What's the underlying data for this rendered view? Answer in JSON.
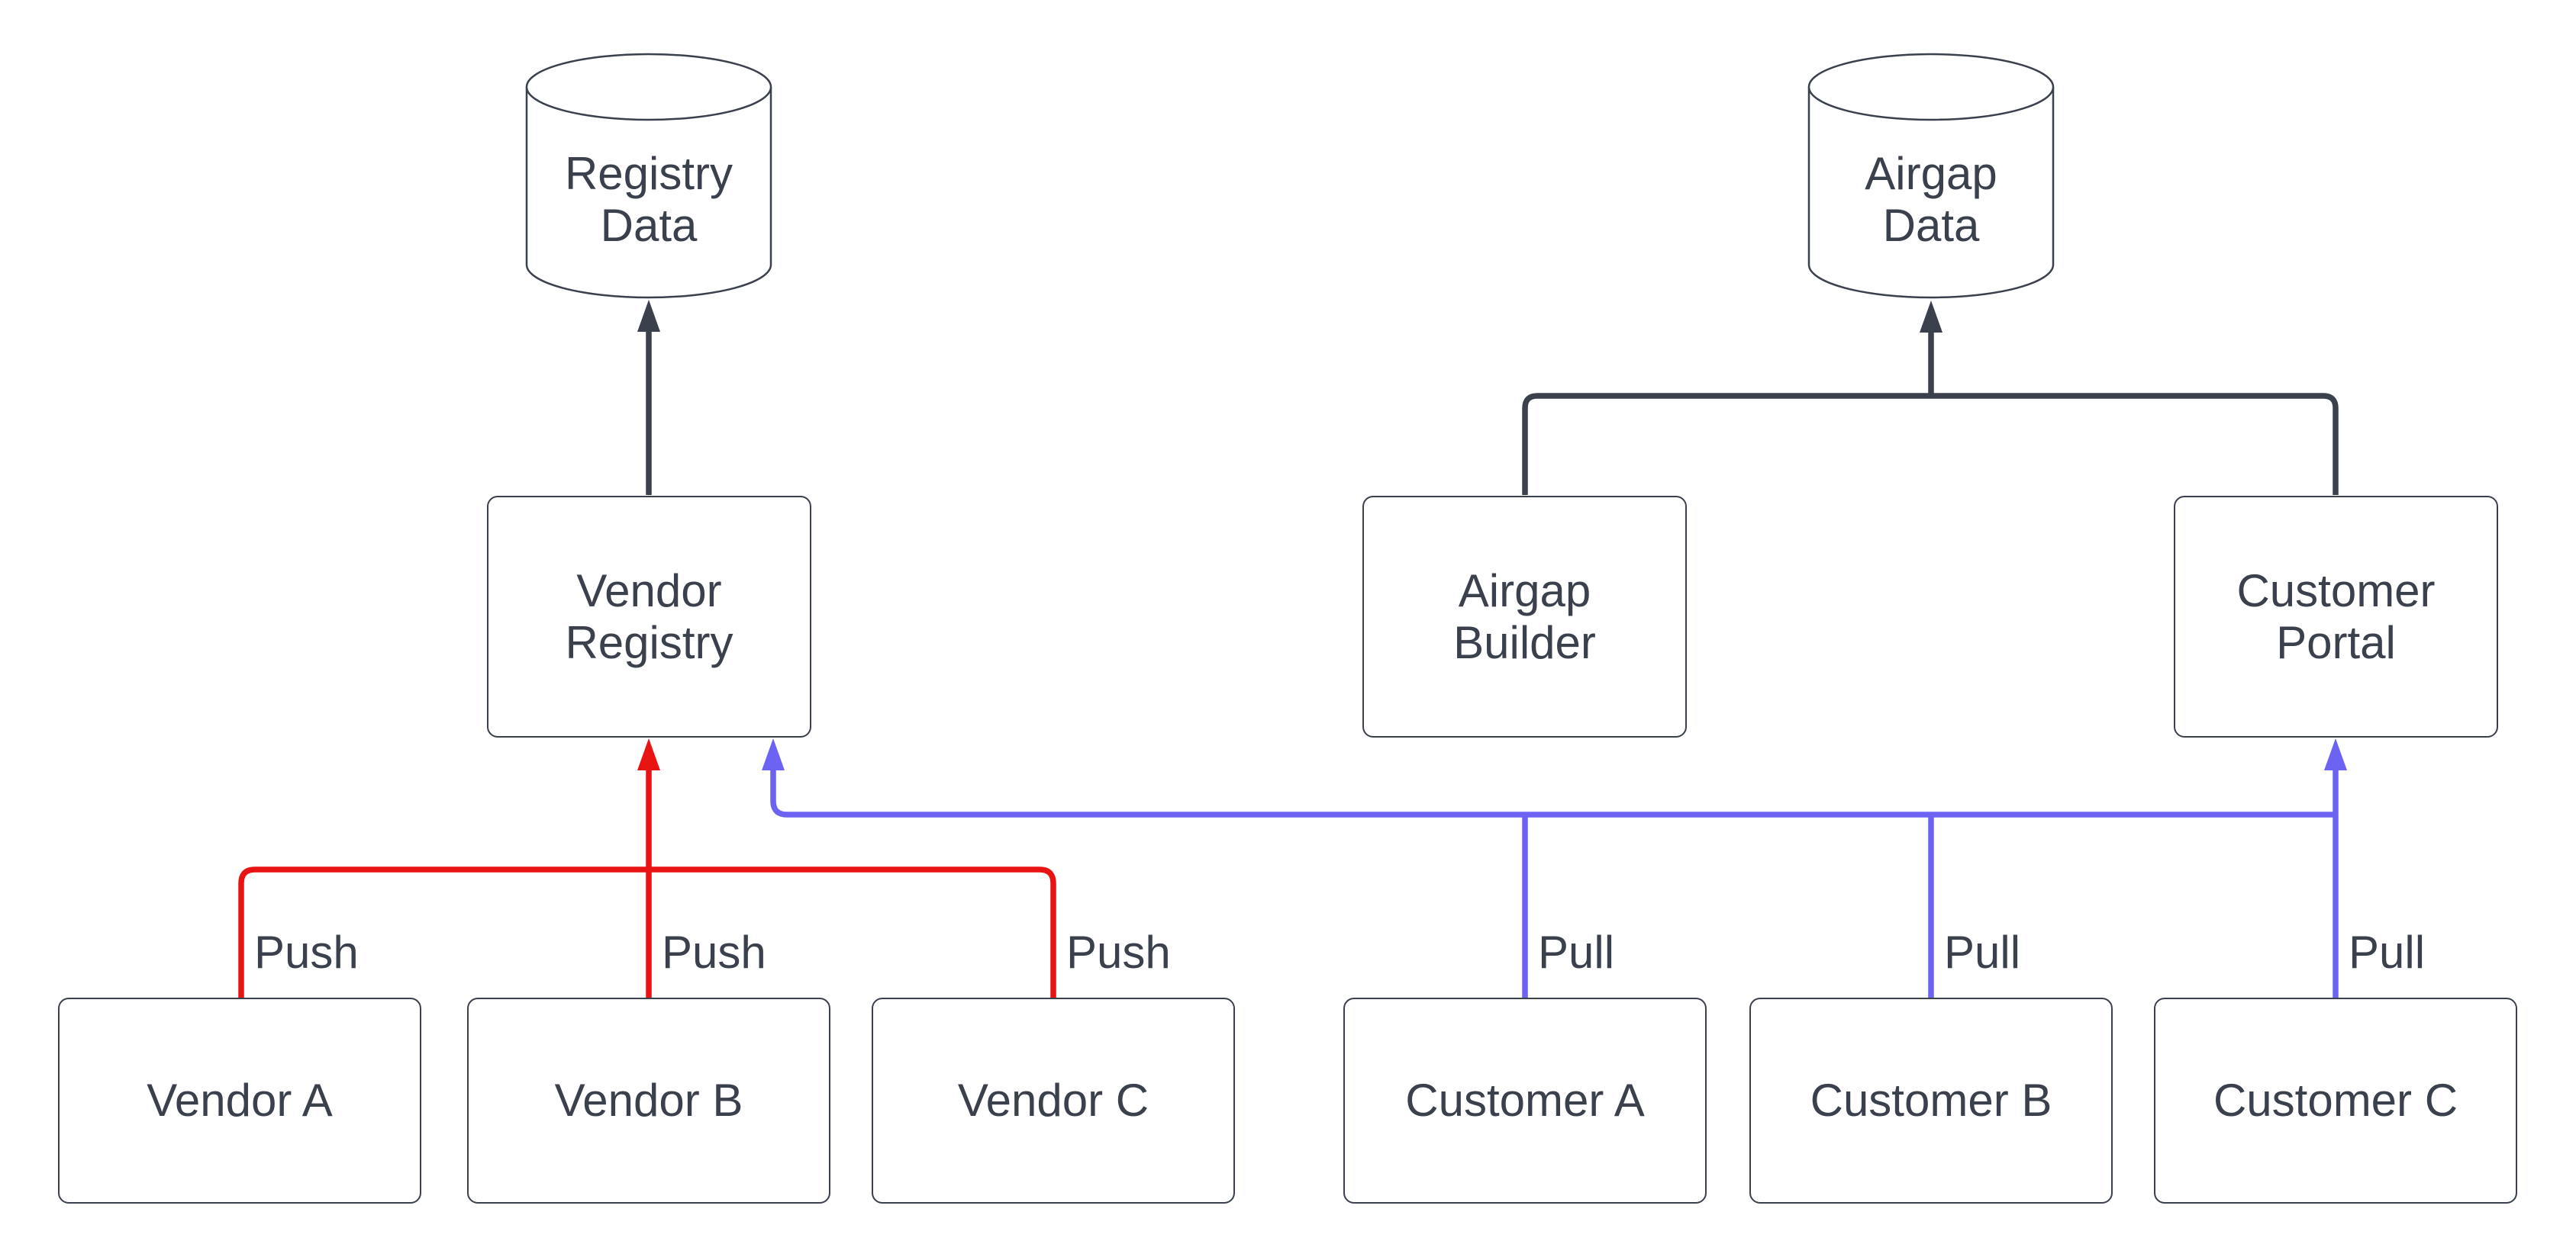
{
  "colors": {
    "dark": "#3A404C",
    "red": "#E81313",
    "blue": "#6C63F2",
    "node_fill": "#FFFFFF",
    "background": "#FFFFFF"
  },
  "nodes": {
    "registry_data": {
      "shape": "cylinder",
      "line1": "Registry",
      "line2": "Data"
    },
    "airgap_data": {
      "shape": "cylinder",
      "line1": "Airgap",
      "line2": "Data"
    },
    "vendor_registry": {
      "shape": "rect",
      "line1": "Vendor",
      "line2": "Registry"
    },
    "airgap_builder": {
      "shape": "rect",
      "line1": "Airgap",
      "line2": "Builder"
    },
    "customer_portal": {
      "shape": "rect",
      "line1": "Customer",
      "line2": "Portal"
    },
    "vendor_a": {
      "shape": "rect",
      "label": "Vendor A"
    },
    "vendor_b": {
      "shape": "rect",
      "label": "Vendor B"
    },
    "vendor_c": {
      "shape": "rect",
      "label": "Vendor C"
    },
    "customer_a": {
      "shape": "rect",
      "label": "Customer A"
    },
    "customer_b": {
      "shape": "rect",
      "label": "Customer B"
    },
    "customer_c": {
      "shape": "rect",
      "label": "Customer C"
    }
  },
  "edge_labels": {
    "push": "Push",
    "pull": "Pull"
  },
  "edges": [
    {
      "from": "Vendor Registry",
      "to": "Registry Data",
      "label": "",
      "color": "dark"
    },
    {
      "from": "Airgap Builder",
      "to": "Airgap Data",
      "label": "",
      "color": "dark"
    },
    {
      "from": "Customer Portal",
      "to": "Airgap Data",
      "label": "",
      "color": "dark"
    },
    {
      "from": "Vendor A",
      "to": "Vendor Registry",
      "label": "Push",
      "color": "red"
    },
    {
      "from": "Vendor B",
      "to": "Vendor Registry",
      "label": "Push",
      "color": "red"
    },
    {
      "from": "Vendor C",
      "to": "Vendor Registry",
      "label": "Push",
      "color": "red"
    },
    {
      "from": "Customer A",
      "to": "Vendor Registry",
      "label": "Pull",
      "color": "blue"
    },
    {
      "from": "Customer B",
      "to": "Vendor Registry",
      "label": "Pull",
      "color": "blue"
    },
    {
      "from": "Customer C",
      "to": "Vendor Registry",
      "label": "Pull",
      "color": "blue"
    },
    {
      "from": "Customer C",
      "to": "Customer Portal",
      "label": "",
      "color": "blue"
    }
  ]
}
